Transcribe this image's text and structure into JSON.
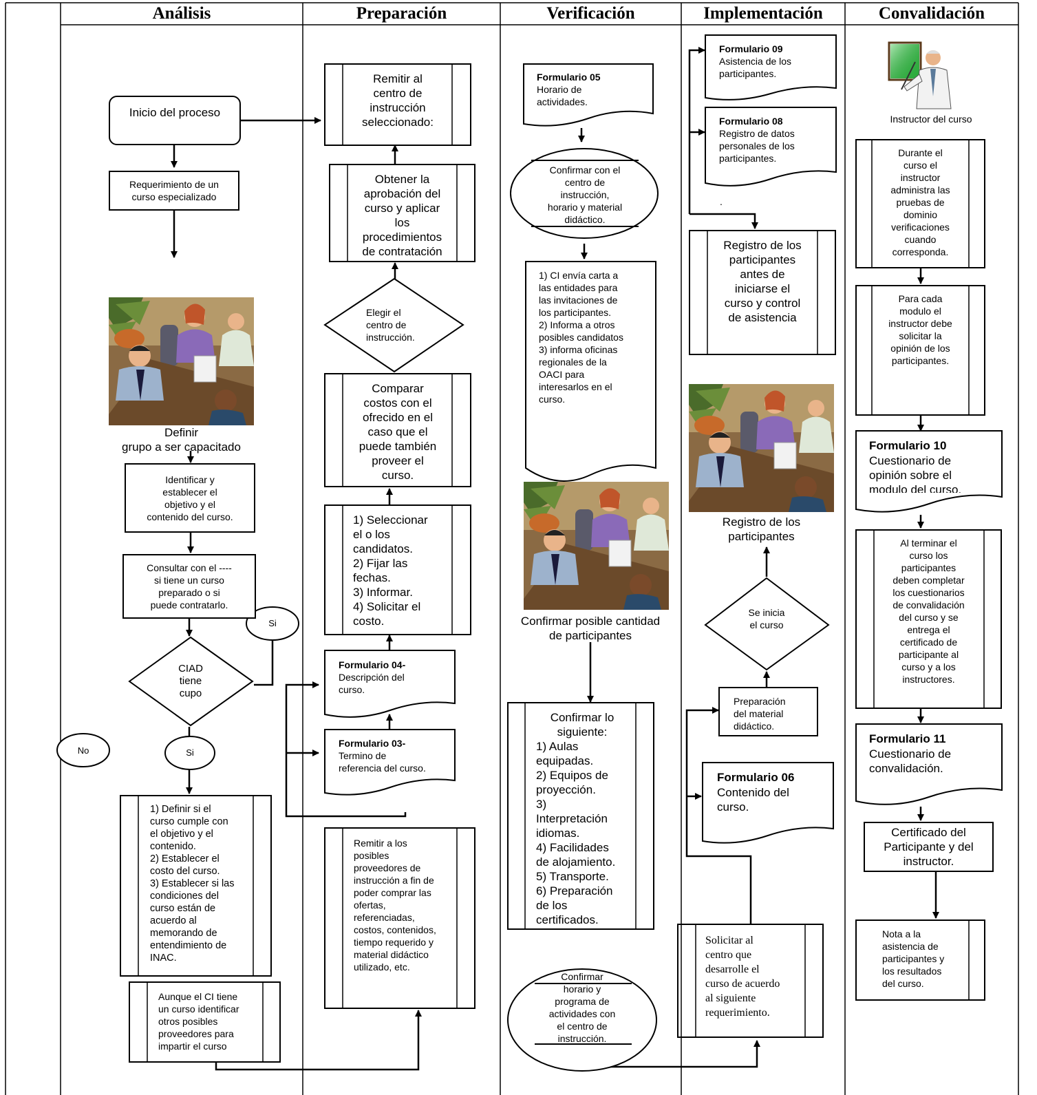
{
  "headers": {
    "analisis": "Análisis",
    "preparacion": "Preparación",
    "verificacion": "Verificación",
    "implementacion": "Implementación",
    "convalidacion": "Convalidación"
  },
  "analisis": {
    "inicio": "Inicio del proceso",
    "requerimiento": "Requerimiento de un\ncurso especializado",
    "definir_caption": "Definir\ngrupo a ser capacitado",
    "identificar": "Identificar y\nestablecer el\nobjetivo y el\ncontenido del curso.",
    "consultar": "Consultar con el ----\nsi tiene un curso\npreparado o si\npuede contratarlo.",
    "si_top": "Si",
    "decision": "CIAD\ntiene\ncupo",
    "no": "No",
    "si_bottom": "Si",
    "definir_list": "1) Definir si el\ncurso cumple con\nel objetivo y el\ncontenido.\n2) Establecer el\ncosto del curso.\n3) Establecer si las\ncondiciones del\ncurso están de\nacuerdo al\nmemorando de\nentendimiento de\nINAC.",
    "aunque": "Aunque el CI tiene\nun curso identificar\notros posibles\nproveedores para\nimpartir el curso"
  },
  "preparacion": {
    "remitir_centro": "Remitir al\ncentro de\ninstrucción\nseleccionado:",
    "obtener": "Obtener la\naprobación del\ncurso y aplicar\nlos\nprocedimientos\nde contratación",
    "elegir": "Elegir el\ncentro de\ninstrucción.",
    "comparar": "Comparar\ncostos con el\nofrecido en el\ncaso que el\npuede también\nproveer el\ncurso.",
    "seleccionar": "1) Seleccionar\nel o los\ncandidatos.\n2) Fijar las\nfechas.\n3) Informar.\n4) Solicitar el\ncosto.",
    "f04_title": "Formulario 04-",
    "f04_body": "Descripción del\ncurso.",
    "f03_title": "Formulario 03-",
    "f03_body": "Termino de\nreferencia del curso.",
    "remitir_proveedores": "Remitir a los\nposibles\nproveedores de\ninstrucción a fin de\npoder comprar las\nofertas,\nreferenciadas,\ncostos, contenidos,\ntiempo requerido y\nmaterial didáctico\nutilizado, etc."
  },
  "verificacion": {
    "f05_title": "Formulario 05",
    "f05_body": "Horario de\nactividades.",
    "confirmar_centro": "Confirmar con el\ncentro de\ninstrucción,\nhorario y material\ndidáctico.",
    "ci_envia": "1) CI envía carta a\nlas entidades para\nlas invitaciones de\nlos participantes.\n2) Informa a otros\nposibles candidatos\n3) informa oficinas\nregionales de la\nOACI para\ninteresarlos en el\ncurso.",
    "confirmar_caption": "Confirmar posible cantidad\nde participantes",
    "confirmar_lo": "Confirmar lo\nsiguiente:",
    "confirmar_list": "1) Aulas\nequipadas.\n2) Equipos de\nproyección.\n3)\nInterpretación\nidiomas.\n4) Facilidades\nde alojamiento.\n5) Transporte.\n6) Preparación\nde los\ncertificados.",
    "confirmar_horario": "Confirmar\nhorario y\nprograma de\nactividades con\nel centro de\ninstrucción."
  },
  "implementacion": {
    "f09_title": "Formulario 09",
    "f09_body": "Asistencia de los\nparticipantes.",
    "f08_title": "Formulario 08",
    "f08_body": "Registro de datos\npersonales de los\nparticipantes.",
    "dot": ".",
    "registro_antes": "Registro de los\nparticipantes\nantes de\niniciarse  el\ncurso y control\nde asistencia",
    "registro_caption": "Registro de los\nparticipantes",
    "se_inicia": "Se inicia\nel curso",
    "preparacion_material": "Preparación\ndel material\ndidáctico.",
    "f06_title": "Formulario 06",
    "f06_body": "Contenido del\ncurso.",
    "solicitar": "Solicitar al\ncentro que\ndesarrolle el\ncurso de acuerdo\nal siguiente\nrequerimiento."
  },
  "convalidacion": {
    "instructor_caption": "Instructor del curso",
    "durante": "Durante el\ncurso el\ninstructor\nadministra las\npruebas de\ndominio\nverificaciones\ncuando\ncorresponda.",
    "para_cada": "Para cada\nmodulo el\ninstructor debe\nsolicitar la\nopinión de los\nparticipantes.",
    "f10_title": "Formulario 10",
    "f10_body": "Cuestionario de\nopinión sobre el\nmodulo del curso.",
    "al_terminar": "Al terminar el\ncurso los\nparticipantes\ndeben completar\nlos cuestionarios\nde convalidación\ndel curso y se\nentrega el\ncertificado de\nparticipante al\ncurso y a los\ninstructores.",
    "f11_title": "Formulario 11",
    "f11_body": "Cuestionario de\nconvalidación.",
    "certificado": "Certificado del\nParticipante y del\ninstructor.",
    "nota": "Nota a la\nasistencia de\nparticipantes y\nlos resultados\ndel curso."
  },
  "icons": [
    "meeting-clipart-icon",
    "instructor-clipart-icon"
  ]
}
